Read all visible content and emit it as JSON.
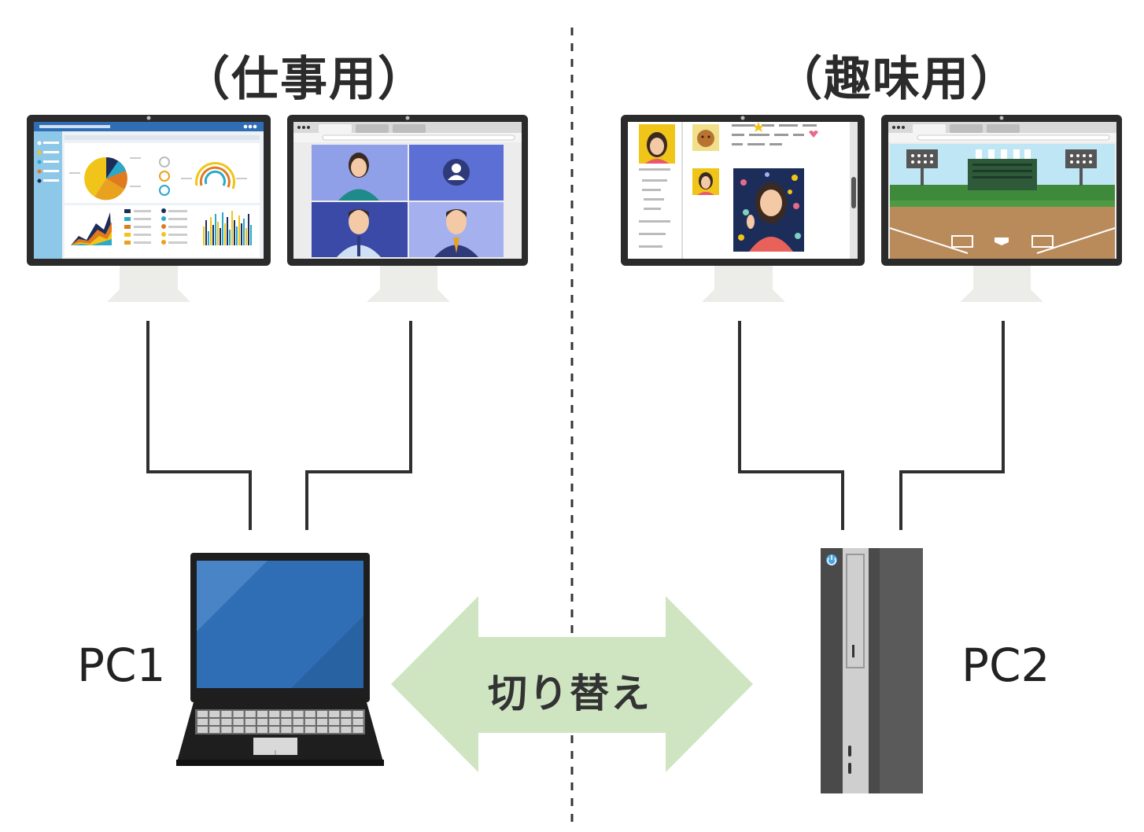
{
  "groups": {
    "work_title": "（仕事用）",
    "hobby_title": "（趣味用）"
  },
  "devices": {
    "pc1": "PC1",
    "pc2": "PC2"
  },
  "switch_label": "切り替え",
  "colors": {
    "monitor_bezel": "#2b2b2b",
    "monitor_stand": "#ecece8",
    "cable": "#2f2f2f",
    "arrow": "#cfe5c2",
    "laptop_screen": "#2f6eb5",
    "tower_body": "#4a4a4a",
    "tower_panel": "#d0d0d0"
  }
}
